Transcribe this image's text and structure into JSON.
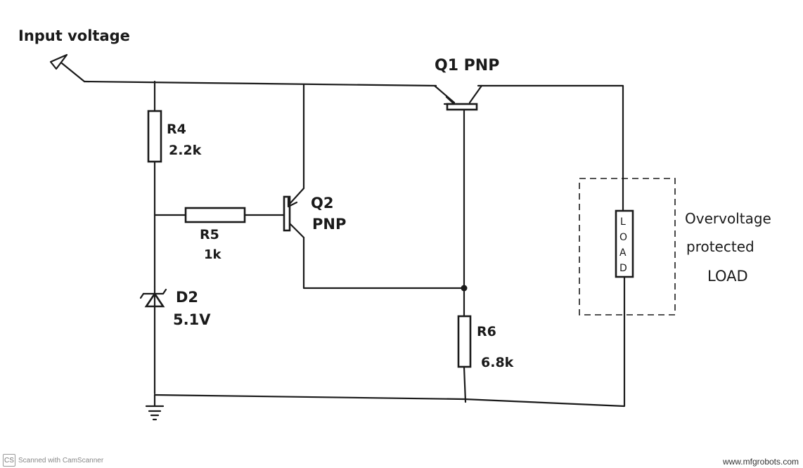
{
  "labels": {
    "input": "Input voltage",
    "q1": "Q1 PNP",
    "r4_name": "R4",
    "r4_value": "2.2k",
    "q2_name": "Q2",
    "q2_type": "PNP",
    "r5_name": "R5",
    "r5_value": "1k",
    "d2_name": "D2",
    "d2_value": "5.1V",
    "r6_name": "R6",
    "r6_value": "6.8k",
    "load_text": "LOAD",
    "load_letters": [
      "L",
      "O",
      "A",
      "D"
    ],
    "protected_line1": "Overvoltage",
    "protected_line2": "protected",
    "protected_line3": "LOAD"
  },
  "footer": {
    "scanner_logo": "CS",
    "scanner_text": "Scanned with CamScanner",
    "watermark": "www.mfgrobots.com"
  }
}
